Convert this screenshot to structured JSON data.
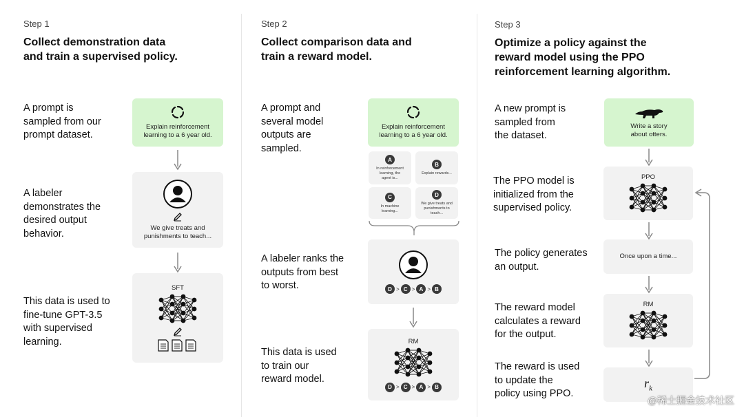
{
  "step1": {
    "label": "Step 1",
    "title_l1": "Collect demonstration data",
    "title_l2": "and train a supervised policy.",
    "desc1": [
      "A prompt is",
      "sampled from our",
      "prompt dataset."
    ],
    "prompt_l1": "Explain reinforcement",
    "prompt_l2": "learning to a 6 year old.",
    "desc2": [
      "A labeler",
      "demonstrates the",
      "desired output",
      "behavior."
    ],
    "demo_l1": "We give treats and",
    "demo_l2": "punishments to teach...",
    "desc3": [
      "This data is used to",
      "fine-tune GPT-3.5",
      "with supervised",
      "learning."
    ],
    "model": "SFT"
  },
  "step2": {
    "label": "Step 2",
    "title_l1": "Collect comparison data and",
    "title_l2": "train a reward model.",
    "desc1": [
      "A prompt and",
      "several model",
      "outputs are",
      "sampled."
    ],
    "prompt_l1": "Explain reinforcement",
    "prompt_l2": "learning to a 6 year old.",
    "outputs": [
      {
        "badge": "A",
        "text": [
          "In reinforcement",
          "learning, the",
          "agent is..."
        ]
      },
      {
        "badge": "B",
        "text": [
          "Explain rewards..."
        ]
      },
      {
        "badge": "C",
        "text": [
          "In machine",
          "learning..."
        ]
      },
      {
        "badge": "D",
        "text": [
          "We give treats and",
          "punishments to",
          "teach..."
        ]
      }
    ],
    "desc2": [
      "A labeler ranks the",
      "outputs from best",
      "to worst."
    ],
    "ranking": [
      "D",
      "C",
      "A",
      "B"
    ],
    "gt": ">",
    "desc3": [
      "This data is used",
      "to train our",
      "reward model."
    ],
    "model": "RM"
  },
  "step3": {
    "label": "Step 3",
    "title_l1": "Optimize a policy against the",
    "title_l2": "reward model using the PPO",
    "title_l3": "reinforcement learning algorithm.",
    "desc1": [
      "A new prompt is",
      "sampled from",
      "the dataset."
    ],
    "prompt_l1": "Write a story",
    "prompt_l2": "about otters.",
    "desc2": [
      "The PPO model is",
      "initialized from the",
      "supervised policy."
    ],
    "ppo": "PPO",
    "desc3": [
      "The policy generates",
      "an output."
    ],
    "output": "Once upon a time...",
    "desc4": [
      "The reward model",
      "calculates a reward",
      "for the output."
    ],
    "rm": "RM",
    "desc5": [
      "The reward is used",
      "to update the",
      "policy using PPO."
    ],
    "reward_symbol": "r",
    "reward_sub": "k"
  },
  "watermark": "@稀土掘金技术社区"
}
